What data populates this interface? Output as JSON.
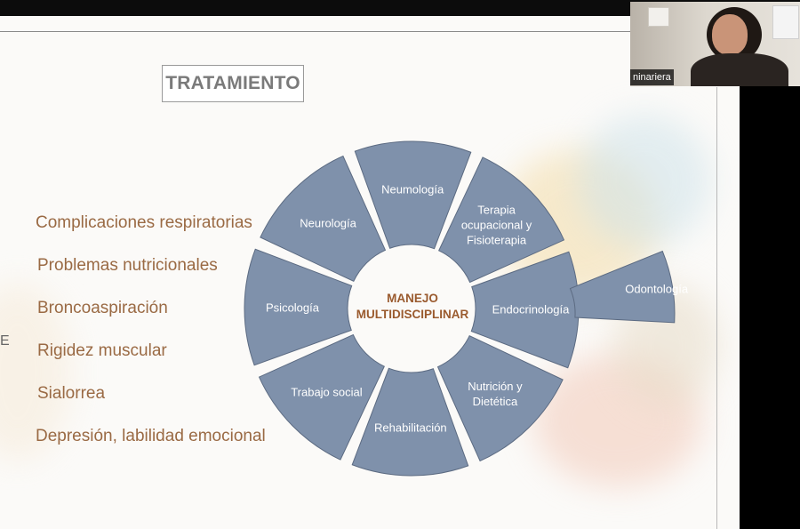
{
  "slide": {
    "title": "TRATAMIENTO",
    "complications": [
      "Complicaciones respiratorias",
      "Problemas nutricionales",
      "Broncoaspiración",
      "Rigidez muscular",
      "Sialorrea",
      "Depresión, labilidad emocional"
    ],
    "stray_glyph": "E",
    "diagram": {
      "center_line1": "MANEJO",
      "center_line2": "MULTIDISCIPLINAR",
      "segments": [
        {
          "lines": [
            "Neumología"
          ]
        },
        {
          "lines": [
            "Terapia",
            "ocupacional y",
            "Fisioterapia"
          ]
        },
        {
          "lines": [
            "Endocrinología"
          ]
        },
        {
          "lines": [
            "Nutrición y",
            "Dietética"
          ]
        },
        {
          "lines": [
            "Rehabilitación"
          ]
        },
        {
          "lines": [
            "Trabajo social"
          ]
        },
        {
          "lines": [
            "Psicología"
          ]
        },
        {
          "lines": [
            "Neurología"
          ]
        }
      ],
      "extra_segment": "Odontología",
      "segment_color": "#7f91ab",
      "segment_stroke": "#5c6b82"
    },
    "text_color": "#9a6a44"
  },
  "webcam": {
    "participant_name": "ninariera"
  }
}
